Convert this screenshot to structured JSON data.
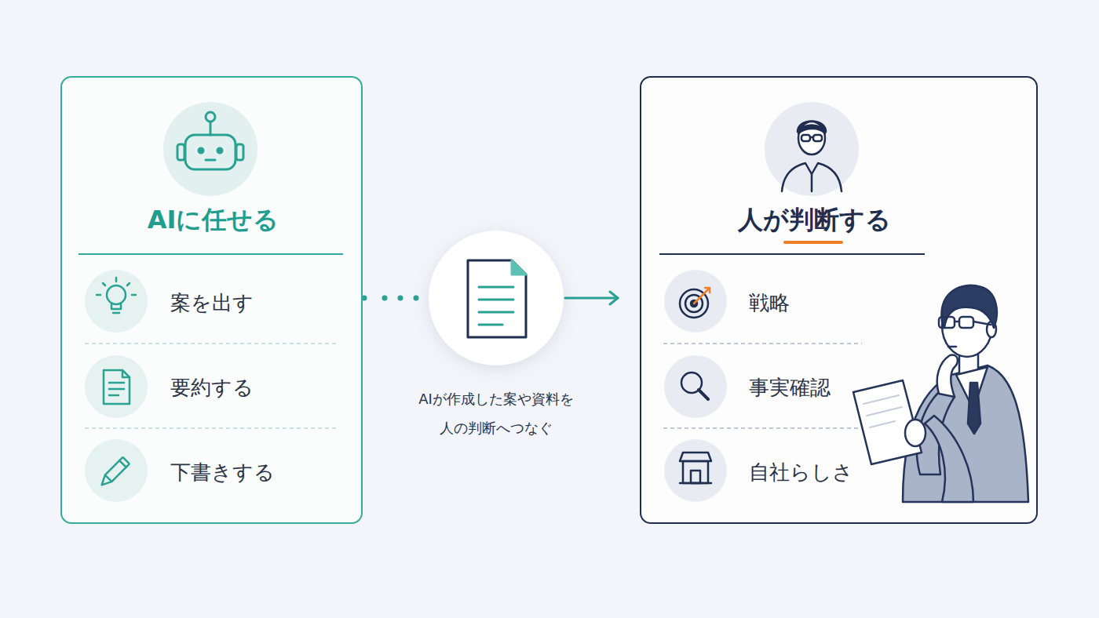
{
  "diagram": {
    "nodes": [
      {
        "text": [
          "AIに任せる"
        ]
      },
      {
        "text": [
          "案を出す"
        ],
        "in": 0
      },
      {
        "text": [
          "要約する"
        ],
        "in": 0
      },
      {
        "text": [
          "下書きする"
        ],
        "in": 0
      },
      {
        "text": [
          "AIが作成した案や資料を 人の判断へつなぐ"
        ]
      },
      {
        "text": [
          "人が判断する"
        ]
      },
      {
        "text": [
          "戦略"
        ],
        "in": 5
      },
      {
        "text": [
          "事実確認"
        ],
        "in": 5
      },
      {
        "text": [
          "自社らしさ"
        ],
        "in": 5
      }
    ],
    "edges": [
      {
        "from": 0,
        "to": 4,
        "arrow": "none"
      },
      {
        "from": 4,
        "to": 5,
        "arrow": "to"
      }
    ]
  }
}
